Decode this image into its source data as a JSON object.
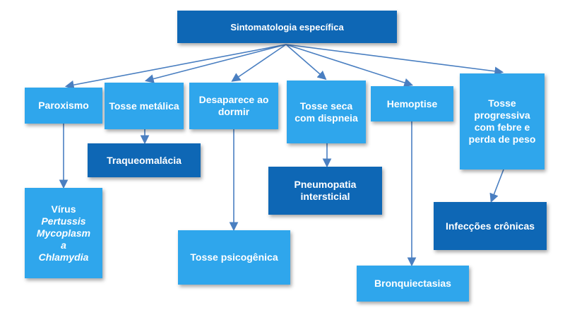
{
  "root": "Sintomatologia específica",
  "symptoms": [
    "Paroxismo",
    "Tosse metálica",
    "Desaparece ao dormir",
    "Tosse seca com dispneia",
    "Hemoptise",
    "Tosse progressiva com febre e perda de peso"
  ],
  "outcomes": {
    "paroxismo": {
      "line1": "Vírus",
      "line2": "Pertussis",
      "line3": "Mycoplasm",
      "line4": "a",
      "line5": "Chlamydia"
    },
    "tosse_metalica": "Traqueomalácia",
    "desaparece_ao_dormir": "Tosse psicogênica",
    "tosse_seca": "Pneumopatia intersticial",
    "hemoptise": "Bronquiectasias",
    "tosse_progressiva": "Infecções crônicas"
  },
  "colors": {
    "light_box": "#2fa6ec",
    "dark_box": "#0e67b5",
    "connector": "#4a7fc1"
  }
}
